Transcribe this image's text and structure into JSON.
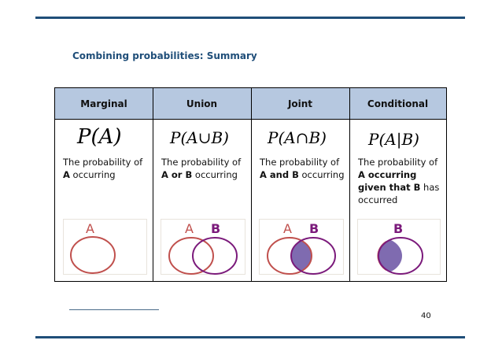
{
  "subtitle": "Combining probabilities: Summary",
  "columns": [
    {
      "header": "Marginal",
      "formula": "P(A)",
      "desc": [
        {
          "t": "The probability ",
          "b": false
        },
        {
          "t": "of ",
          "b": false
        },
        {
          "t": "A",
          "b": true
        },
        {
          "t": " occurring",
          "b": false
        }
      ],
      "venn_labels": [
        "A"
      ]
    },
    {
      "header": "Union",
      "formula": "P(A∪B)",
      "desc": [
        {
          "t": "The probability of ",
          "b": false
        },
        {
          "t": "A or B",
          "b": true
        },
        {
          "t": " occurring",
          "b": false
        }
      ],
      "venn_labels": [
        "A",
        "B"
      ]
    },
    {
      "header": "Joint",
      "formula": "P(A∩B)",
      "desc": [
        {
          "t": "The probability of ",
          "b": false
        },
        {
          "t": "A and B",
          "b": true
        },
        {
          "t": " occurring",
          "b": false
        }
      ],
      "venn_labels": [
        "A",
        "B"
      ]
    },
    {
      "header": "Conditional",
      "formula": "P(A|B)",
      "desc": [
        {
          "t": "The probability of ",
          "b": false
        },
        {
          "t": "A occurring given that B",
          "b": true
        },
        {
          "t": " has occurred",
          "b": false
        }
      ],
      "venn_labels": [
        "B"
      ]
    }
  ],
  "page_number": "40",
  "colors": {
    "title_blue": "#1f4e79",
    "header_bg": "#b6c8e0",
    "circle_a": "#c0504d",
    "circle_b": "#7b1a7b",
    "overlap_fill": "#7f6bb0"
  }
}
